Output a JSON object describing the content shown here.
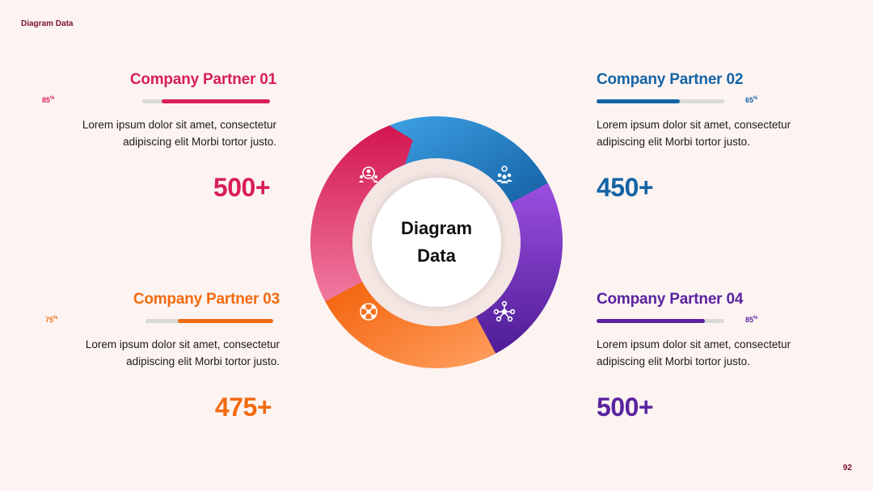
{
  "header": {
    "label": "Diagram Data"
  },
  "footer": {
    "page_number": "92"
  },
  "diagram": {
    "center_line1": "Diagram",
    "center_line2": "Data"
  },
  "partners": [
    {
      "title": "Company Partner 01",
      "percent": 85,
      "percent_text": "85",
      "percent_suffix": "%",
      "description": "Lorem ipsum dolor sit amet, consectetur adipiscing elit Morbi tortor justo.",
      "stat": "500+",
      "color": "#d81e5b",
      "icon": "people-search-icon"
    },
    {
      "title": "Company Partner 02",
      "percent": 65,
      "percent_text": "65",
      "percent_suffix": "%",
      "description": "Lorem ipsum dolor sit amet, consectetur adipiscing elit Morbi tortor justo.",
      "stat": "450+",
      "color": "#1464a5",
      "icon": "team-location-icon"
    },
    {
      "title": "Company Partner 03",
      "percent": 75,
      "percent_text": "75",
      "percent_suffix": "%",
      "description": "Lorem ipsum dolor sit amet, consectetur adipiscing elit Morbi tortor justo.",
      "stat": "475+",
      "color": "#f26a10",
      "icon": "network-people-icon"
    },
    {
      "title": "Company Partner 04",
      "percent": 85,
      "percent_text": "85",
      "percent_suffix": "%",
      "description": "Lorem ipsum dolor sit amet, consectetur adipiscing elit Morbi tortor justo.",
      "stat": "500+",
      "color": "#5a23a0",
      "icon": "hub-network-icon"
    }
  ]
}
